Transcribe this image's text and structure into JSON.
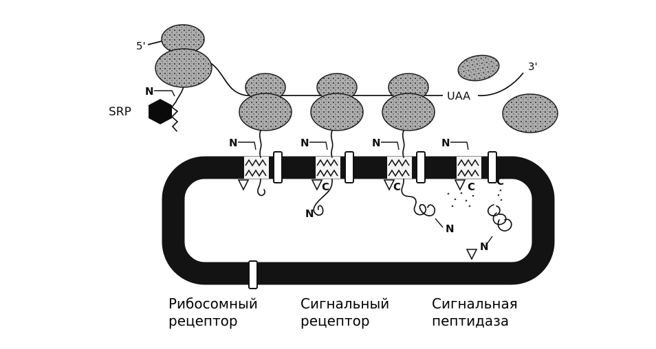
{
  "diagram": {
    "title": "Cotranslational translocation into the ER (textbook figure)",
    "labels": {
      "five_prime": "5'",
      "three_prime": "3'",
      "srp": "SRP",
      "uaa": "UAA",
      "n_terminus": "N",
      "c_terminus": "C"
    },
    "captions": {
      "ribosome_receptor": {
        "line1": "Рибосомный",
        "line2": "рецептор"
      },
      "signal_receptor": {
        "line1": "Сигнальный",
        "line2": "рецептор"
      },
      "signal_peptidase": {
        "line1": "Сигнальная",
        "line2": "пептидаза"
      }
    },
    "colors": {
      "background": "#ffffff",
      "membrane": "#131313",
      "ribosome_fill": "#adadad",
      "srp_fill": "#0a0a0a",
      "receptor_fill": "#ffffff"
    }
  }
}
